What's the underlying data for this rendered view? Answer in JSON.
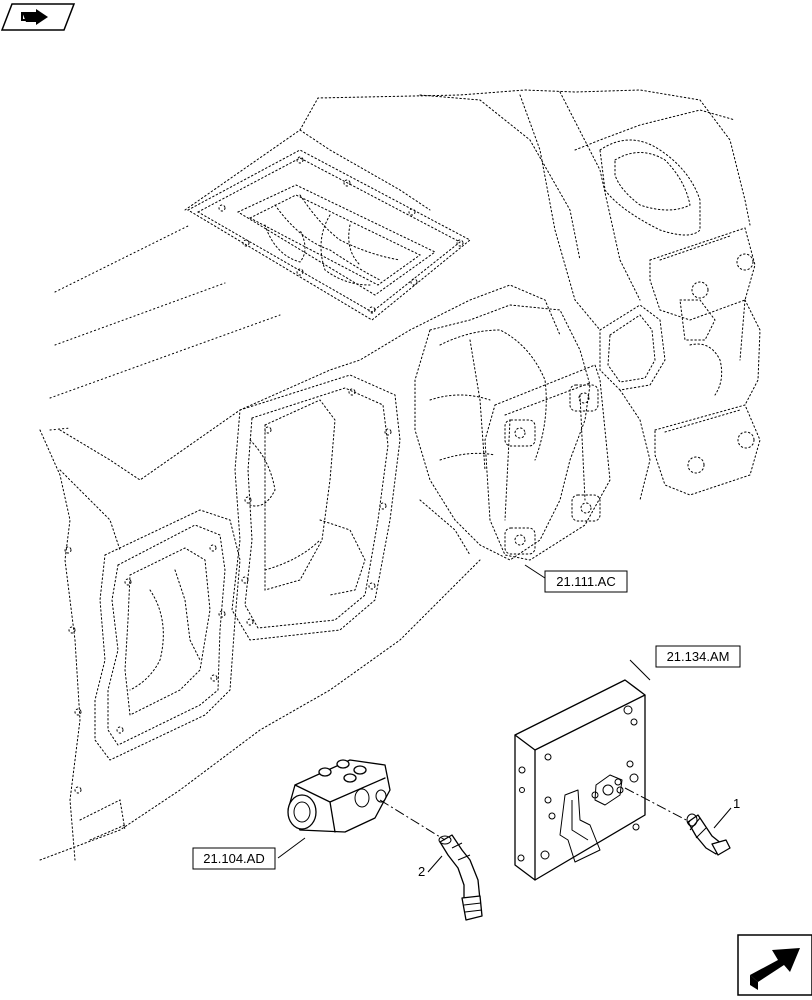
{
  "icons": {
    "top_left": "next-page-arrow-icon",
    "bottom_right": "navigation-arrow-icon"
  },
  "references": {
    "ref_111": "21.111.AC",
    "ref_134": "21.134.AM",
    "ref_104": "21.104.AD"
  },
  "items": {
    "item_1": "1",
    "item_2": "2"
  }
}
